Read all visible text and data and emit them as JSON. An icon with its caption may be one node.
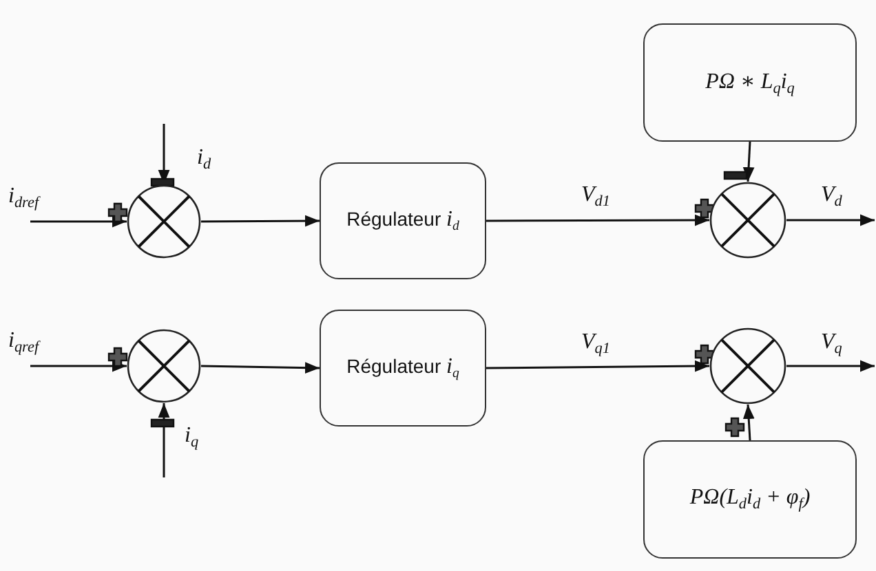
{
  "diagram": {
    "nodes": [
      {
        "text": [
          "PΩ ∗ L$_{q}$i$_{q}$"
        ]
      },
      {
        "text": [],
        "shape": "circle"
      },
      {
        "text": [
          "Régulateur *i*$_{d}$"
        ]
      },
      {
        "text": [],
        "shape": "circle"
      },
      {
        "text": [],
        "shape": "circle"
      },
      {
        "text": [
          "Régulateur *i*$_{q}$"
        ]
      },
      {
        "text": [],
        "shape": "circle"
      },
      {
        "text": [
          "PΩ(L$_{d}$i$_{d}$ + φ$_{f}$)"
        ]
      }
    ],
    "edges": [
      {
        "from": null,
        "to": 1,
        "arrow": "to",
        "label": "i$_{dref}$"
      },
      {
        "from": null,
        "to": 1,
        "arrow": "to",
        "label": "i$_{d}$"
      },
      {
        "from": 1,
        "to": 2,
        "arrow": "to"
      },
      {
        "from": 2,
        "to": 3,
        "arrow": "to",
        "label": "V$_{d1}$"
      },
      {
        "from": 0,
        "to": 3,
        "arrow": "to"
      },
      {
        "from": 3,
        "to": null,
        "arrow": "to",
        "label": "V$_{d}$"
      },
      {
        "from": null,
        "to": 4,
        "arrow": "to",
        "label": "i$_{qref}$"
      },
      {
        "from": null,
        "to": 4,
        "arrow": "to",
        "label": "i$_{q}$"
      },
      {
        "from": 4,
        "to": 5,
        "arrow": "to"
      },
      {
        "from": 5,
        "to": 6,
        "arrow": "to",
        "label": "V$_{q1}$"
      },
      {
        "from": 7,
        "to": 6,
        "arrow": "to"
      },
      {
        "from": 6,
        "to": null,
        "arrow": "to",
        "label": "V$_{q}$"
      }
    ]
  }
}
